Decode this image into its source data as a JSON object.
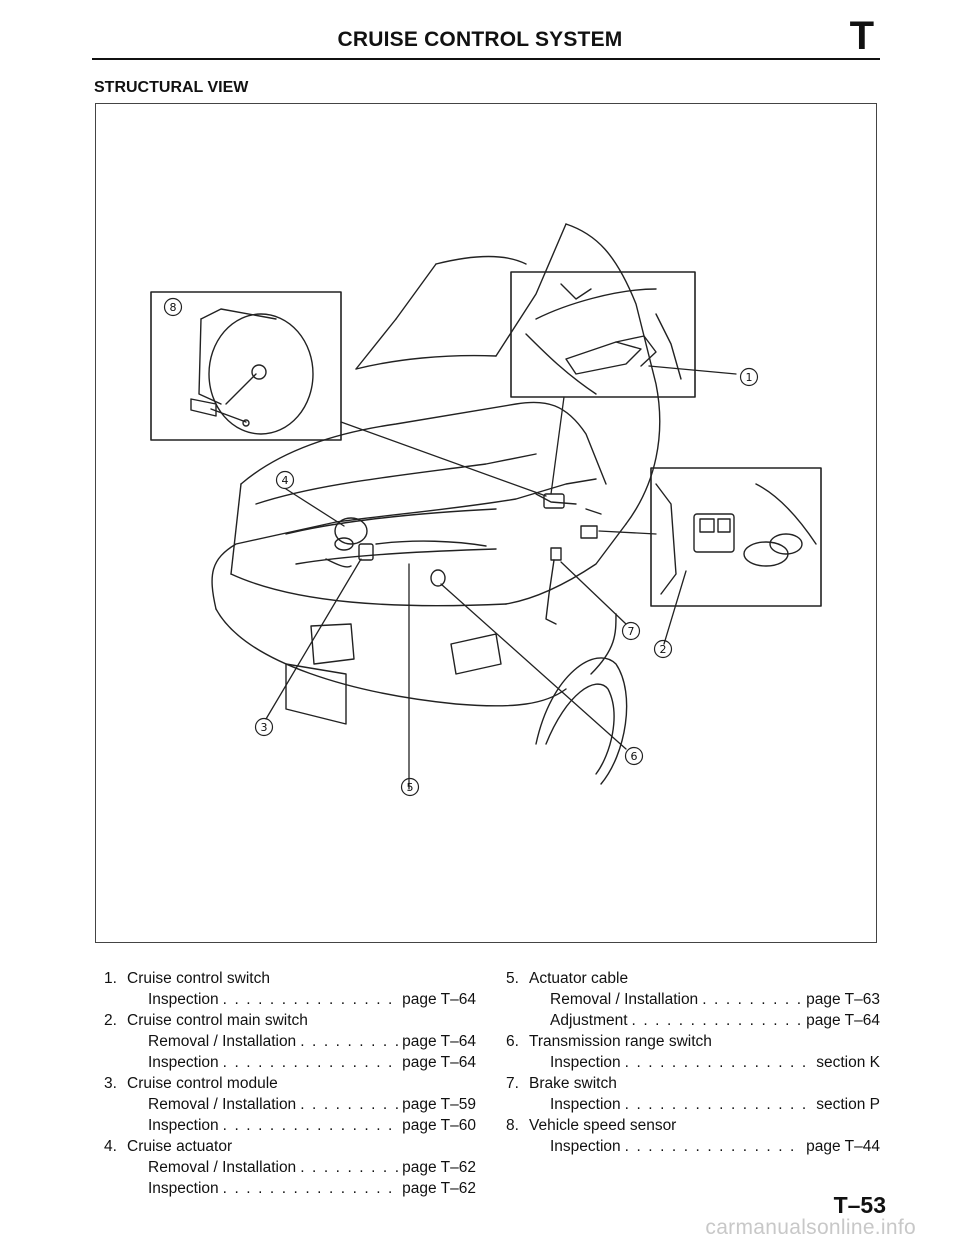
{
  "header": {
    "title": "CRUISE CONTROL SYSTEM",
    "section_letter": "T"
  },
  "section_title": "STRUCTURAL VIEW",
  "figure": {
    "callouts": [
      "1",
      "2",
      "3",
      "4",
      "5",
      "6",
      "7",
      "8"
    ]
  },
  "legend": {
    "left": [
      {
        "num": "1.",
        "name": "Cruise control switch",
        "subs": [
          {
            "label": "Inspection",
            "ref": "page T–64"
          }
        ]
      },
      {
        "num": "2.",
        "name": "Cruise control main switch",
        "subs": [
          {
            "label": "Removal / Installation",
            "ref": "page T–64"
          },
          {
            "label": "Inspection",
            "ref": "page T–64"
          }
        ]
      },
      {
        "num": "3.",
        "name": "Cruise control module",
        "subs": [
          {
            "label": "Removal / Installation",
            "ref": "page T–59"
          },
          {
            "label": "Inspection",
            "ref": "page T–60"
          }
        ]
      },
      {
        "num": "4.",
        "name": "Cruise actuator",
        "subs": [
          {
            "label": "Removal / Installation",
            "ref": "page T–62"
          },
          {
            "label": "Inspection",
            "ref": "page T–62"
          }
        ]
      }
    ],
    "right": [
      {
        "num": "5.",
        "name": "Actuator cable",
        "subs": [
          {
            "label": "Removal / Installation",
            "ref": "page T–63"
          },
          {
            "label": "Adjustment",
            "ref": "page T–64"
          }
        ]
      },
      {
        "num": "6.",
        "name": "Transmission range switch",
        "subs": [
          {
            "label": "Inspection",
            "ref": "section K"
          }
        ]
      },
      {
        "num": "7.",
        "name": "Brake switch",
        "subs": [
          {
            "label": "Inspection",
            "ref": "section P"
          }
        ]
      },
      {
        "num": "8.",
        "name": "Vehicle speed sensor",
        "subs": [
          {
            "label": "Inspection",
            "ref": "page T–44"
          }
        ]
      }
    ]
  },
  "page_number": "T–53",
  "watermark": "carmanualsonline.info"
}
